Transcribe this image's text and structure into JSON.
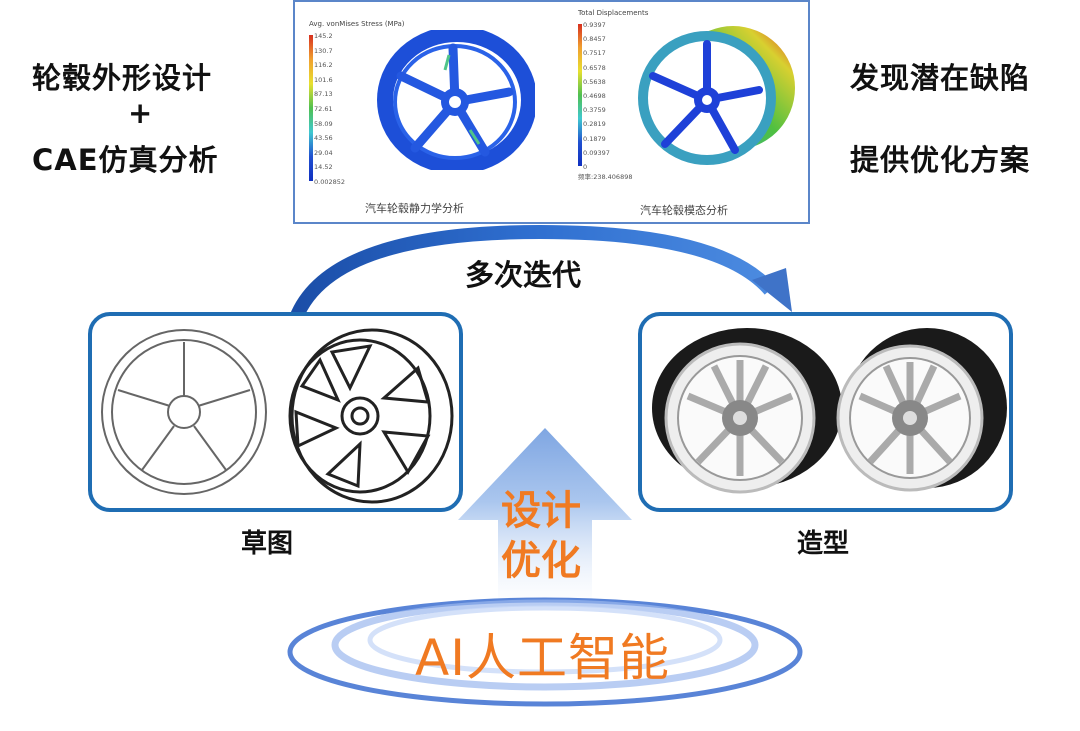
{
  "left_text": {
    "line1": "轮毂外形设计",
    "plus": "+",
    "line2": "CAE仿真分析"
  },
  "right_text": {
    "line1": "发现潜在缺陷",
    "line2": "提供优化方案"
  },
  "cae_panel": {
    "static": {
      "legend_title": "Avg. vonMises Stress (MPa)",
      "ticks": [
        "145.2",
        "130.7",
        "116.2",
        "101.6",
        "87.13",
        "72.61",
        "58.09",
        "43.56",
        "29.04",
        "14.52",
        "0.002852"
      ],
      "caption": "汽车轮毂静力学分析"
    },
    "modal": {
      "legend_title": "Total Displacements",
      "ticks": [
        "0.9397",
        "0.8457",
        "0.7517",
        "0.6578",
        "0.5638",
        "0.4698",
        "0.3759",
        "0.2819",
        "0.1879",
        "0.09397",
        "0"
      ],
      "frequency": "频率:238.406898",
      "caption": "汽车轮毂模态分析"
    }
  },
  "iteration_label": "多次迭代",
  "sketch_label": "草图",
  "model_label": "造型",
  "arrow_text": {
    "line1": "设计",
    "line2": "优化"
  },
  "ai_label": "AI人工智能",
  "colors": {
    "box_border": "#1f6db3",
    "orange": "#f07a22",
    "arrow": "#3f73c8"
  }
}
